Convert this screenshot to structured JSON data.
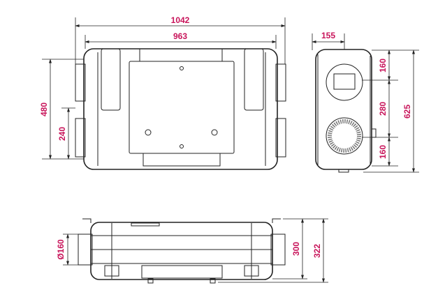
{
  "colors": {
    "dimension_text": "#c8145a",
    "line": "#222222"
  },
  "front_view": {
    "width_overall": "1042",
    "width_body": "963",
    "height": "480",
    "duct_offset": "240"
  },
  "side_view": {
    "depth": "155",
    "top_offset": "160",
    "duct_spacing": "280",
    "bottom_offset": "160",
    "height_overall": "625"
  },
  "bottom_view": {
    "duct_diameter": "Ø160",
    "height_body": "300",
    "height_overall": "322"
  }
}
